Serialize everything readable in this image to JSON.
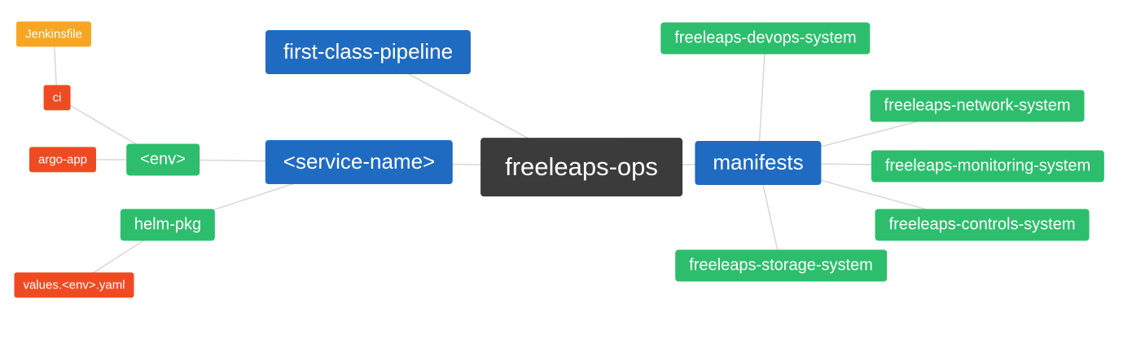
{
  "diagram": {
    "type": "mindmap",
    "root": "freeleaps-ops",
    "colors": {
      "root_node": "#3b3b3b",
      "primary_node": "#1f6bc1",
      "secondary_node": "#2cbe6c",
      "leaf_red_node": "#ef4b23",
      "leaf_orange_node": "#f6a623",
      "edge": "#d7d7d7",
      "background": "#ffffff",
      "node_text": "#ffffff"
    },
    "nodes": {
      "freeleaps_ops": {
        "label": "freeleaps-ops"
      },
      "first_class_pipeline": {
        "label": "first-class-pipeline"
      },
      "service_name": {
        "label": "<service-name>"
      },
      "env": {
        "label": "<env>"
      },
      "ci": {
        "label": "ci"
      },
      "jenkinsfile": {
        "label": "Jenkinsfile"
      },
      "argo_app": {
        "label": "argo-app"
      },
      "helm_pkg": {
        "label": "helm-pkg"
      },
      "values_env_yaml": {
        "label": "values.<env>.yaml"
      },
      "manifests": {
        "label": "manifests"
      },
      "devops_system": {
        "label": "freeleaps-devops-system"
      },
      "network_system": {
        "label": "freeleaps-network-system"
      },
      "monitoring_system": {
        "label": "freeleaps-monitoring-system"
      },
      "controls_system": {
        "label": "freeleaps-controls-system"
      },
      "storage_system": {
        "label": "freeleaps-storage-system"
      }
    },
    "edges": [
      [
        "freeleaps_ops",
        "first_class_pipeline"
      ],
      [
        "freeleaps_ops",
        "service_name"
      ],
      [
        "freeleaps_ops",
        "manifests"
      ],
      [
        "service_name",
        "env"
      ],
      [
        "env",
        "ci"
      ],
      [
        "ci",
        "jenkinsfile"
      ],
      [
        "env",
        "argo_app"
      ],
      [
        "service_name",
        "helm_pkg"
      ],
      [
        "helm_pkg",
        "values_env_yaml"
      ],
      [
        "manifests",
        "devops_system"
      ],
      [
        "manifests",
        "network_system"
      ],
      [
        "manifests",
        "monitoring_system"
      ],
      [
        "manifests",
        "controls_system"
      ],
      [
        "manifests",
        "storage_system"
      ]
    ]
  }
}
